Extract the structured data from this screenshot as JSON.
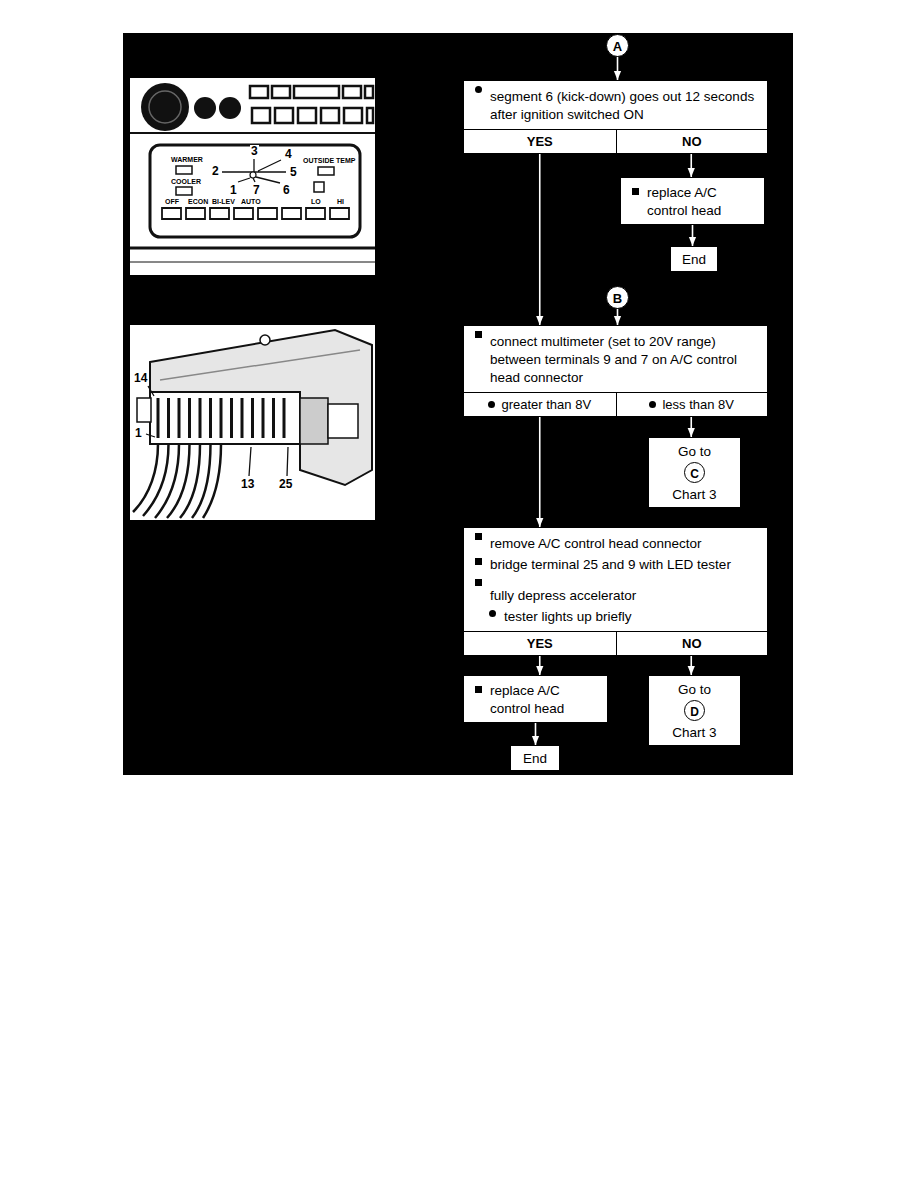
{
  "diagram": {
    "nodes": [
      {
        "text": [
          "A"
        ]
      },
      {
        "text": [
          "segment 6 (kick-down) goes out 12 seconds after ignition switched ON"
        ]
      },
      {
        "text": [
          "YES"
        ],
        "in": 1
      },
      {
        "text": [
          "NO"
        ],
        "in": 1
      },
      {
        "text": [
          "replace A/C control head"
        ]
      },
      {
        "text": [
          "End"
        ]
      },
      {
        "text": [
          "B"
        ]
      },
      {
        "text": [
          "connect multimeter (set to 20V range) between terminals 9 and 7 on A/C control head connector"
        ]
      },
      {
        "text": [
          "greater than 8V"
        ],
        "in": 7
      },
      {
        "text": [
          "less than 8V"
        ],
        "in": 7
      },
      {
        "text": [
          "Go to",
          "Chart 3"
        ]
      },
      {
        "text": [
          "C"
        ],
        "in": 10
      },
      {
        "text": [
          "remove A/C control head connector",
          "bridge terminal 25 and 9 with LED tester",
          "fully depress accelerator",
          "tester lights up briefly"
        ]
      },
      {
        "text": [
          "YES"
        ],
        "in": 12
      },
      {
        "text": [
          "NO"
        ],
        "in": 12
      },
      {
        "text": [
          "replace A/C control head"
        ]
      },
      {
        "text": [
          "End"
        ]
      },
      {
        "text": [
          "Go to",
          "Chart 3"
        ]
      },
      {
        "text": [
          "D"
        ],
        "in": 17
      }
    ],
    "edges": [
      {
        "from": 0,
        "to": 1,
        "arrow": "to"
      },
      {
        "from": 3,
        "to": 4,
        "arrow": "to"
      },
      {
        "from": 4,
        "to": 5,
        "arrow": "to"
      },
      {
        "from": 2,
        "to": 7,
        "arrow": "to"
      },
      {
        "from": 6,
        "to": 7,
        "arrow": "to"
      },
      {
        "from": 9,
        "to": 10,
        "arrow": "to"
      },
      {
        "from": 8,
        "to": 12,
        "arrow": "to"
      },
      {
        "from": 13,
        "to": 15,
        "arrow": "to"
      },
      {
        "from": 14,
        "to": 17,
        "arrow": "to"
      },
      {
        "from": 15,
        "to": 16,
        "arrow": "to"
      }
    ],
    "labels": [
      "3",
      "4",
      "2",
      "5",
      "1",
      "7",
      "6",
      "WARMER",
      "COOLER",
      "OUTSIDE TEMP",
      "OFF",
      "ECON",
      "BI-LEV",
      "AUTO",
      "LO",
      "HI",
      "14",
      "1",
      "13",
      "25"
    ]
  }
}
